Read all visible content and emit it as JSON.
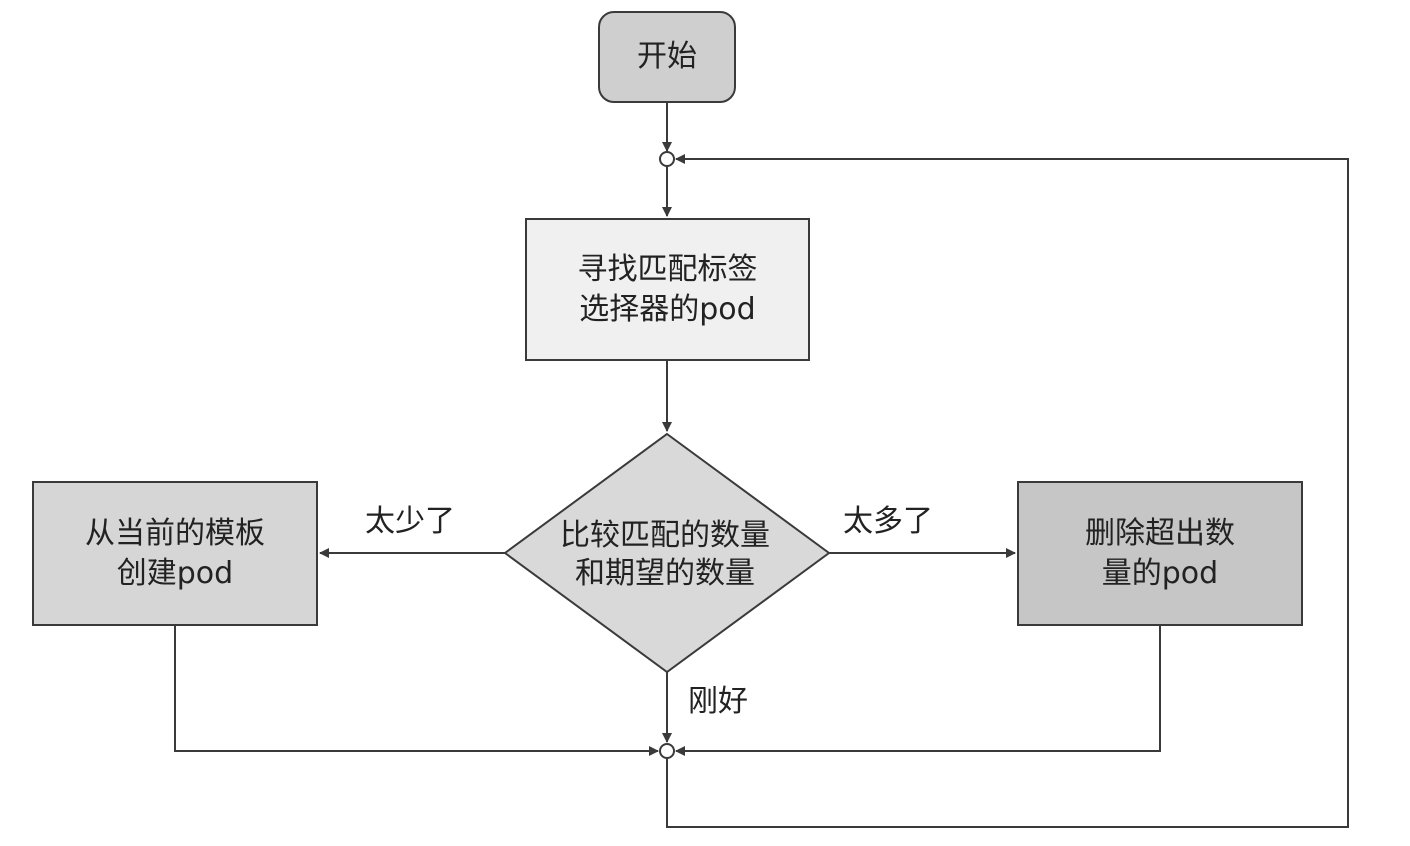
{
  "nodes": {
    "start": {
      "label": "开始"
    },
    "find": {
      "lines": [
        "寻找匹配标签",
        "选择器的pod"
      ]
    },
    "compare": {
      "lines": [
        "比较匹配的数量",
        "和期望的数量"
      ]
    },
    "create": {
      "lines": [
        "从当前的模板",
        "创建pod"
      ]
    },
    "delete": {
      "lines": [
        "删除超出数",
        "量的pod"
      ]
    }
  },
  "edges": {
    "too_few": "太少了",
    "too_many": "太多了",
    "just_right": "刚好"
  },
  "colors": {
    "line": "#3a3a3a",
    "start_fill": "#cfcfcf",
    "find_fill": "#f0f0f0",
    "compare_fill": "#d9d9d9",
    "create_fill": "#d6d6d6",
    "delete_fill": "#c6c6c6"
  }
}
